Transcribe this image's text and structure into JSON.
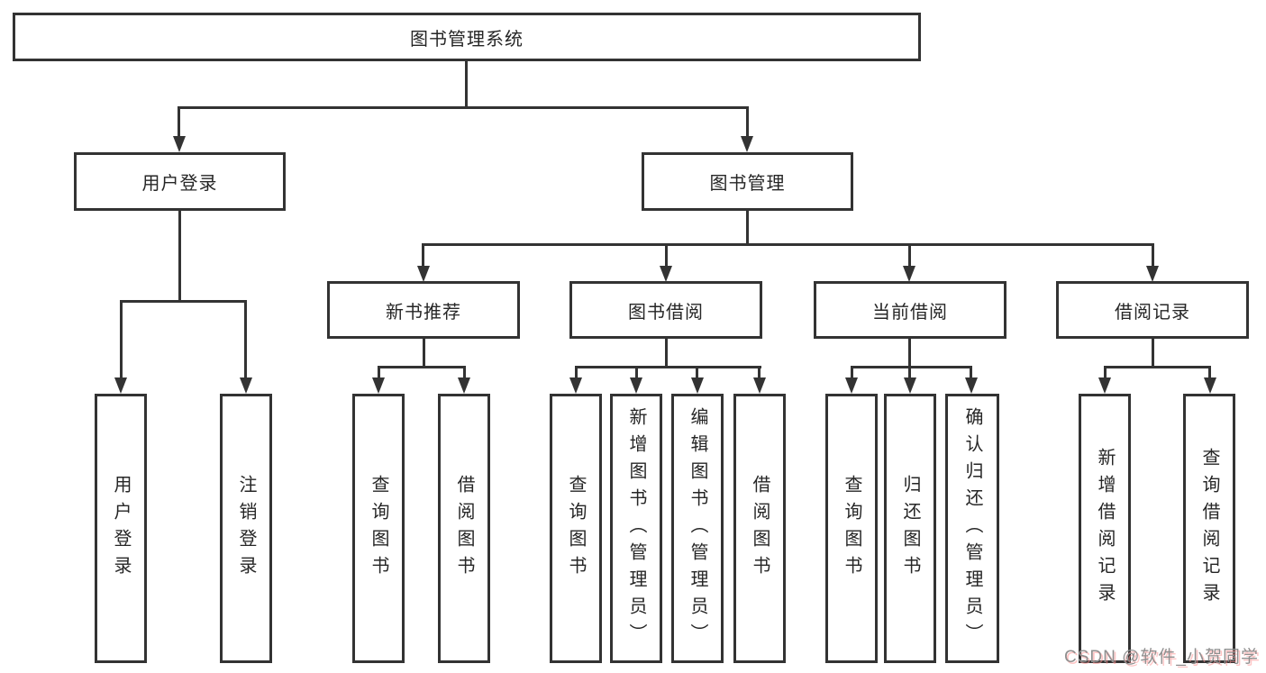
{
  "diagram_title": "图书管理系统",
  "nodes": {
    "root": "图书管理系统",
    "user_login": "用户登录",
    "book_mgmt": "图书管理",
    "new_books": "新书推荐",
    "book_borrow": "图书借阅",
    "current_borrow": "当前借阅",
    "borrow_records": "借阅记录"
  },
  "leaves": [
    {
      "label": "用户登录",
      "parent": "用户登录"
    },
    {
      "label": "注销登录",
      "parent": "用户登录"
    },
    {
      "label": "查询图书",
      "parent": "新书推荐"
    },
    {
      "label": "借阅图书",
      "parent": "新书推荐"
    },
    {
      "label": "查询图书",
      "parent": "图书借阅"
    },
    {
      "label": "新增图书（管理员）",
      "parent": "图书借阅"
    },
    {
      "label": "编辑图书（管理员）",
      "parent": "图书借阅"
    },
    {
      "label": "借阅图书",
      "parent": "图书借阅"
    },
    {
      "label": "查询图书",
      "parent": "当前借阅"
    },
    {
      "label": "归还图书",
      "parent": "当前借阅"
    },
    {
      "label": "确认归还（管理员）",
      "parent": "当前借阅"
    },
    {
      "label": "新增借阅记录",
      "parent": "借阅记录"
    },
    {
      "label": "查询借阅记录",
      "parent": "借阅记录"
    }
  ],
  "watermark": "CSDN @软件_小贺同学",
  "colors": {
    "line": "#333333",
    "box_border": "#333333",
    "text": "#262626",
    "background": "#ffffff",
    "watermark_gray": "#8f8f8f",
    "watermark_pink": "#ff9696"
  }
}
